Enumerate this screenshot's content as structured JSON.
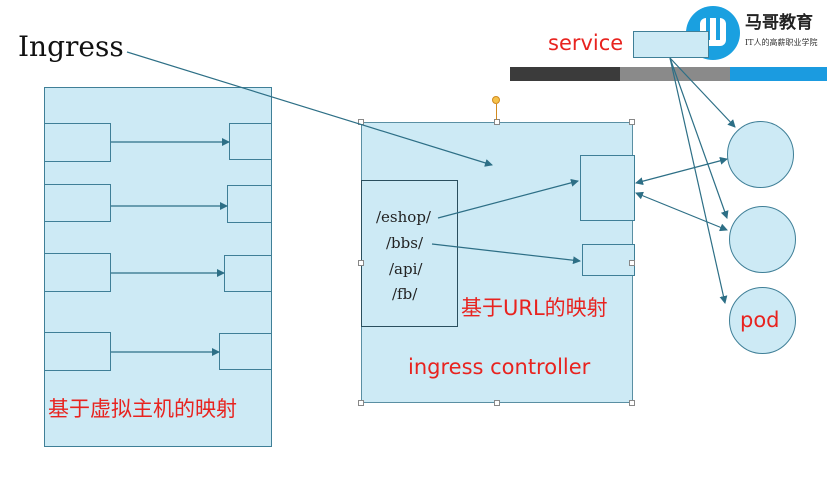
{
  "title": "Ingress",
  "service_label": "service",
  "pod_label": "pod",
  "virtual_host_caption": "基于虚拟主机的映射",
  "url_caption": "基于URL的映射",
  "controller_caption": "ingress controller",
  "url_paths": [
    "/eshop/",
    "/bbs/",
    "/api/",
    "/fb/"
  ],
  "logo": {
    "name": "马哥教育",
    "slogan": "IT人的高薪职业学院",
    "color": "#1aa0e0"
  },
  "colors": {
    "box_fill": "#cdeaf5",
    "box_border": "#3f7f97",
    "caption_red": "#e8231f",
    "arrow": "#2d6f86",
    "band_dark": "#3b3b3b",
    "band_grey": "#8a8a8a",
    "band_blue": "#1b9be0"
  }
}
